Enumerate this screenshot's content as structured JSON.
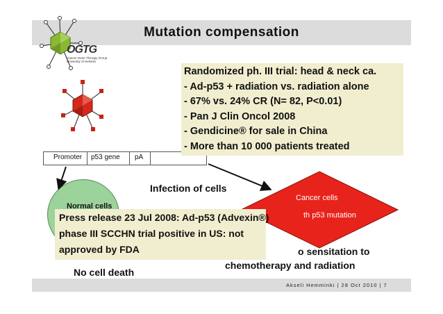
{
  "slide": {
    "title": "Mutation compensation",
    "logo": {
      "acronym": "OGTG",
      "group_name": "Cancer Gene Therapy Group",
      "university": "University of Helsinki"
    },
    "gene_construct": {
      "promoter": "Promoter",
      "gene": "p53 gene",
      "pa": "pA"
    },
    "trial_box": {
      "lines": [
        "Randomized ph. III trial: head & neck ca.",
        "- Ad-p53 + radiation vs. radiation alone",
        "- 67% vs. 24% CR (N= 82, P<0.01)",
        "- Pan J Clin Oncol 2008",
        "- Gendicine® for sale in China",
        "- More than 10 000 patients treated"
      ]
    },
    "infection_label": "Infection of cells",
    "normal_cells_label": "Normal cells",
    "press_box": {
      "lines": [
        "Press release 23 Jul 2008: Ad-p53 (Advexin®)",
        "phase III SCCHN trial positive in US: not",
        "approved by FDA"
      ]
    },
    "cancer_cells_label": "Cancer cells",
    "mutation_label": "th p53 mutation",
    "sensitation_line1": "o sensitation to",
    "sensitation_line2": "chemotherapy and radiation",
    "no_cell_death": "No cell death",
    "footer": "Akseli  Hemminki    |   28 Oct 2010   |   7",
    "colors": {
      "title_bar": "#dcdcdc",
      "callout_bg": "#f0eecf",
      "normal_cells": "#9bd39b",
      "cancer_cells": "#e8231b",
      "virus_red": "#d4281c",
      "virus_green": "#8ab833"
    }
  }
}
